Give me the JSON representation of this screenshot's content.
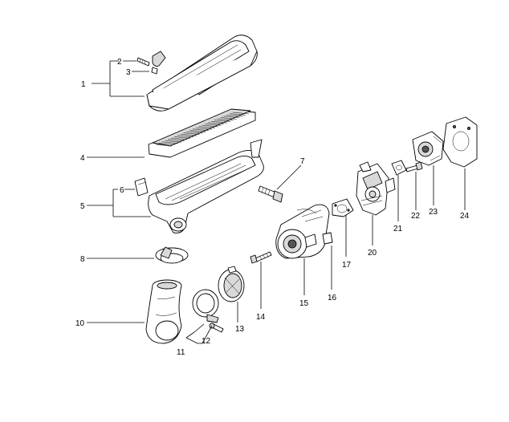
{
  "callouts": {
    "c1": "1",
    "c2": "2",
    "c3": "3",
    "c4": "4",
    "c5": "5",
    "c6": "6",
    "c7": "7",
    "c8": "8",
    "c10": "10",
    "c11": "11",
    "c12": "12",
    "c13": "13",
    "c14": "14",
    "c15": "15",
    "c16": "16",
    "c17": "17",
    "c20": "20",
    "c21": "21",
    "c22": "22",
    "c23": "23",
    "c24": "24"
  }
}
